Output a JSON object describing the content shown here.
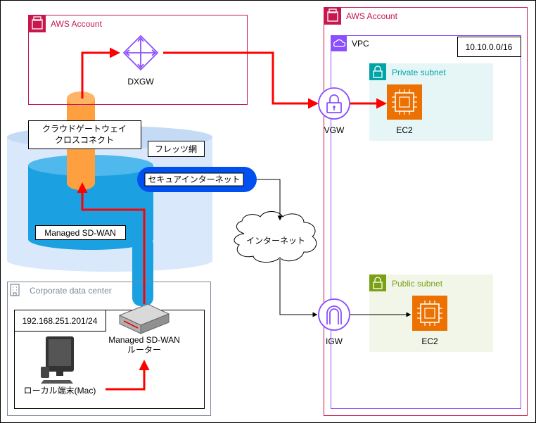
{
  "aws_account_1": {
    "label": "AWS Account"
  },
  "aws_account_2": {
    "label": "AWS Account"
  },
  "vpc": {
    "label": "VPC",
    "cidr": "10.10.0.0/16"
  },
  "private_subnet": {
    "label": "Private subnet",
    "ec2_label": "EC2"
  },
  "public_subnet": {
    "label": "Public subnet",
    "ec2_label": "EC2"
  },
  "dxgw": {
    "label": "DXGW"
  },
  "vgw": {
    "label": "VGW"
  },
  "igw": {
    "label": "IGW"
  },
  "cloud_xconnect": {
    "label_line1": "クラウドゲートウェイ",
    "label_line2": "クロスコネクト"
  },
  "flets": {
    "label": "フレッツ網"
  },
  "secure_internet": {
    "label": "セキュアインターネット"
  },
  "internet": {
    "label": "インターネット"
  },
  "managed_sdwan": {
    "label": "Managed SD-WAN"
  },
  "corporate_dc": {
    "label": "Corporate data center",
    "cidr": "192.168.251.201/24"
  },
  "router": {
    "label_line1": "Managed SD-WAN",
    "label_line2": "ルーター"
  },
  "local_pc": {
    "label": "ローカル端末(Mac)"
  },
  "colors": {
    "aws_account": "#C7174E",
    "vpc": "#8C4FFF",
    "private_subnet_border": "#00A4A6",
    "private_subnet_fill": "#E6F6F7",
    "public_subnet_border": "#7AA116",
    "public_subnet_fill": "#F2F6E8",
    "ec2": "#ED7100",
    "flow_red": "#FF0000",
    "flets_fill": "#DAE8FC",
    "sdwan_blue": "#1BA1E2",
    "secure_pill": "#0050EF",
    "xconnect": "#FFA040",
    "corp_dc": "#7D8998"
  }
}
